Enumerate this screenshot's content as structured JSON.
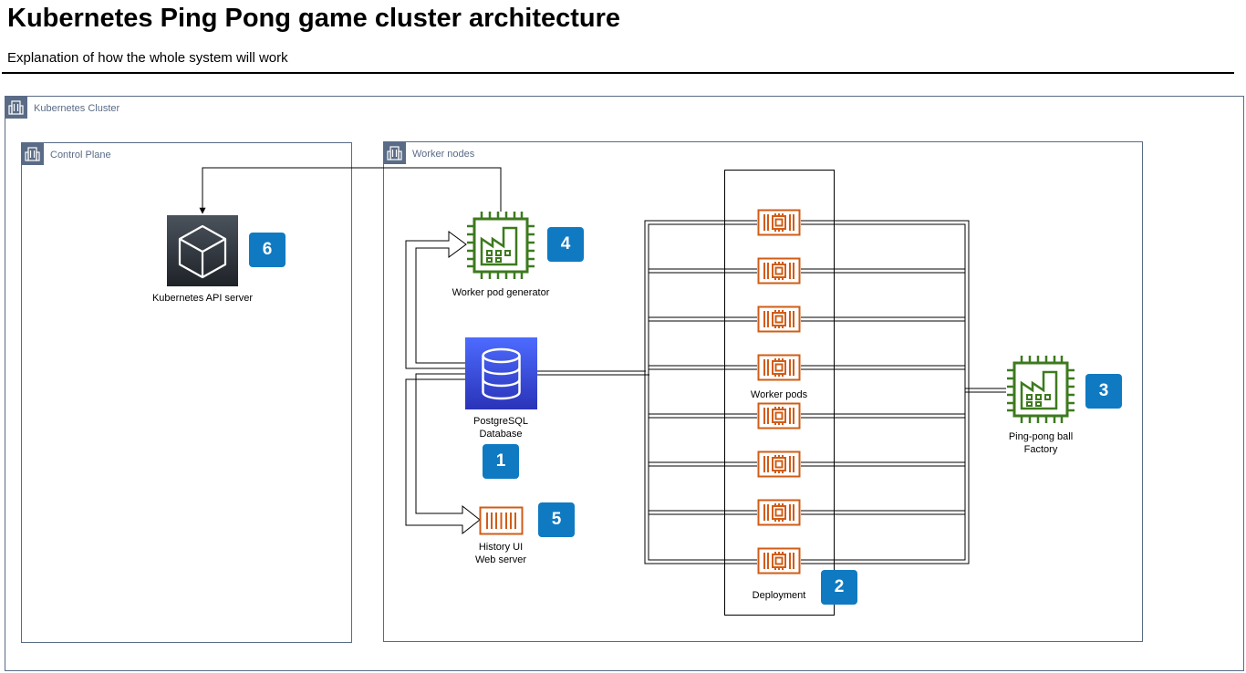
{
  "header": {
    "title": "Kubernetes Ping Pong game cluster architecture",
    "subtitle": "Explanation of how the whole system will work"
  },
  "groups": {
    "cluster": "Kubernetes Cluster",
    "control_plane": "Control Plane",
    "worker_nodes": "Worker nodes"
  },
  "nodes": {
    "api_server": "Kubernetes API server",
    "pod_generator": "Worker pod generator",
    "database_line1": "PostgreSQL",
    "database_line2": "Database",
    "history_line1": "History UI",
    "history_line2": "Web server",
    "worker_pods": "Worker pods",
    "deployment": "Deployment",
    "factory_line1": "Ping-pong ball",
    "factory_line2": "Factory"
  },
  "badges": {
    "database": "1",
    "deployment": "2",
    "factory": "3",
    "generator": "4",
    "history": "5",
    "api": "6"
  },
  "colors": {
    "group_border": "#5a6b86",
    "badge": "#0f7ac2",
    "factory_green": "#3d7a1e",
    "pod_orange": "#d05c17",
    "database_blue": "#3b4fd8",
    "api_dark": "#2a2f36"
  },
  "icons": {
    "group": "building-icon",
    "api_server": "cube-icon",
    "pod_generator": "factory-chip-icon",
    "database": "database-icon",
    "history": "container-icon",
    "worker_pod": "chip-icon",
    "factory": "factory-chip-icon"
  }
}
